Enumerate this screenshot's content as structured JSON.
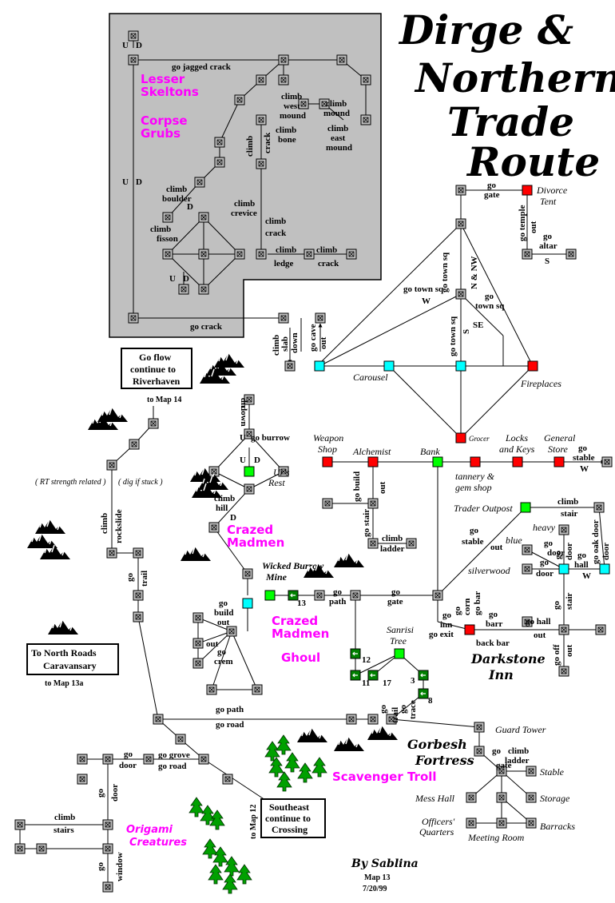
{
  "title": {
    "line1": "Dirge &",
    "line2": "Northern",
    "line3": "Trade",
    "line4": "Route"
  },
  "credits": {
    "author": "By Sablina",
    "map": "Map 13",
    "date": "7/20/99"
  },
  "colors": {
    "room": "#c0c0c0",
    "red": "#ff0000",
    "green": "#00ff00",
    "cyan": "#00ffff",
    "dark_green": "#008000",
    "monster": "#ff00ff",
    "crypt_bg": "#c0c0c0"
  },
  "monsters": {
    "lesser": "Lesser",
    "skeltons": "Skeltons",
    "corpse": "Corpse",
    "grubs": "Grubs",
    "crazed1a": "Crazed",
    "crazed1b": "Madmen",
    "crazed2a": "Crazed",
    "crazed2b": "Madmen",
    "ghoul": "Ghoul",
    "troll": "Scavenger Troll",
    "origami1": "Origami",
    "origami2": "Creatures"
  },
  "places": {
    "divorce1": "Divorce",
    "divorce2": "Tent",
    "carousel": "Carousel",
    "fireplaces": "Fireplaces",
    "weapon1": "Weapon",
    "weapon2": "Shop",
    "alchemist": "Alchemist",
    "bank": "Bank",
    "grocer": "Grocer",
    "locks1": "Locks",
    "locks2": "and Keys",
    "general1": "General",
    "general2": "Store",
    "tannery1": "tannery &",
    "tannery2": "gem shop",
    "trader": "Trader Outpost",
    "heavy": "heavy",
    "blue": "blue",
    "silverwood": "silverwood",
    "urs1": "Ur's",
    "urs2": "Rest",
    "wicked1": "Wicked Burrow",
    "wicked2": "Mine",
    "sanrisi1": "Sanrisi",
    "sanrisi2": "Tree",
    "darkstone1": "Darkstone",
    "darkstone2": "Inn",
    "guard": "Guard Tower",
    "gorbesh1": "Gorbesh",
    "gorbesh2": "Fortress",
    "stable": "Stable",
    "mess": "Mess Hall",
    "storage": "Storage",
    "officers1": "Officers'",
    "officers2": "Quarters",
    "meeting": "Meeting Room",
    "barracks": "Barracks"
  },
  "boxes": {
    "goflow1": "Go flow",
    "goflow2": "continue to",
    "goflow3": "Riverhaven",
    "tomap14": "to Map 14",
    "north1": "To North Roads",
    "north2": "Caravansary",
    "tomap13a": "to Map 13a",
    "se1": "Southeast",
    "se2": "continue to",
    "se3": "Crossing",
    "tomap12": "to Map 12"
  },
  "notes": {
    "rt": "( RT strength related )",
    "dig": "( dig if stuck )"
  },
  "labels": {
    "go_jagged_crack": "go jagged crack",
    "u": "U",
    "d": "D",
    "climb_west_mound1": "climb",
    "climb_west_mound2": "west",
    "climb_west_mound3": "mound",
    "climb_mound1": "climb",
    "climb_mound2": "mound",
    "climb_east1": "climb",
    "climb_east2": "east",
    "climb_east3": "mound",
    "climb_bone1": "climb",
    "climb_bone2": "bone",
    "climb_v": "climb",
    "crack_v": "crack",
    "climb_boulder1": "climb",
    "climb_boulder2": "boulder",
    "climb_fisson1": "climb",
    "climb_fisson2": "fisson",
    "climb_crevice1": "climb",
    "climb_crevice2": "crevice",
    "climb_crack1": "climb",
    "climb_crack2": "crack",
    "climb_ledge1": "climb",
    "climb_ledge2": "ledge",
    "climb_crack3": "climb",
    "climb_crack4": "crack",
    "go_crack": "go crack",
    "climb_slab_down": "climb",
    "slab": "slab",
    "down": "down",
    "go_cave": "go cave",
    "out": "out",
    "go_gate1": "go",
    "go_gate2": "gate",
    "go_temple": "go temple",
    "go_altar1": "go",
    "go_altar2": "altar",
    "s": "S",
    "go_town_sq_v": "go town sq",
    "n_nw": "N & NW",
    "go_town_sq_w": "go town sq",
    "w": "W",
    "go_town_sq_se1": "go",
    "go_town_sq_se2": "town sq",
    "se": "SE",
    "go_town_sq_s": "go town sq",
    "s2": "S",
    "down_v": "down",
    "up_v": "up",
    "go_burrow": "go burrow",
    "climb_hill1": "climb",
    "climb_hill2": "hill",
    "go_build": "go build",
    "go_stair": "go stair",
    "climb_ladder1": "climb",
    "climb_ladder2": "ladder",
    "go_stable1": "go",
    "go_stable2": "stable",
    "w2": "W",
    "climb_stair1": "climb",
    "climb_stair2": "stair",
    "go_stable3": "go",
    "go_stable4": "stable",
    "go_door_blue1": "go",
    "go_door_blue2": "door",
    "go_door": "go",
    "door_v": "door",
    "go_oakdoor": "go oak door",
    "go_hall1": "go",
    "go_hall2": "hall",
    "w3": "W",
    "go_door3": "go",
    "go_door4": "door",
    "go_stair2": "go",
    "stair_v": "stair",
    "go_path": "go",
    "path": "path",
    "go_gate3": "go",
    "gate3": "gate",
    "go_inn": "go",
    "inn": "inn",
    "go_exit": "go exit",
    "go_corn": "go",
    "corn": "corn",
    "go_bar": "go bar",
    "go_barr": "go",
    "barr": "barr",
    "back_bar": "back bar",
    "go_hall3": "go hall",
    "out3": "out",
    "go_off": "go off",
    "out4": "out",
    "go_build2": "go",
    "build2": "build",
    "out5": "out",
    "out6": "out",
    "go_crem": "go",
    "crem": "crem",
    "go_trail": "go",
    "trail": "trail",
    "climb_rockslide1": "climb",
    "climb_rockslide2": "rockslide",
    "go_path2": "go path",
    "go_road": "go road",
    "go_trail2": "go",
    "trail2": "trail",
    "trace": "trace",
    "go_trace": "go",
    "go_door5": "go",
    "door5": "door",
    "go_grove": "go grove",
    "go_road2": "go road",
    "go_door6": "go",
    "door6": "door",
    "climb_stairs1": "climb",
    "climb_stairs2": "stairs",
    "go_window": "go",
    "window": "window",
    "go_gate4": "go",
    "gate4": "gate",
    "climb_ladder3": "climb",
    "climb_ladder4": "ladder",
    "n12": "12",
    "n11": "11",
    "n17": "17",
    "n3": "3",
    "n8": "8",
    "n13": "13",
    "u2": "U",
    "d2": "D",
    "u3": "U",
    "d3": "D",
    "d4": "D",
    "u4": "U",
    "d5": "D",
    "d6": "D"
  }
}
